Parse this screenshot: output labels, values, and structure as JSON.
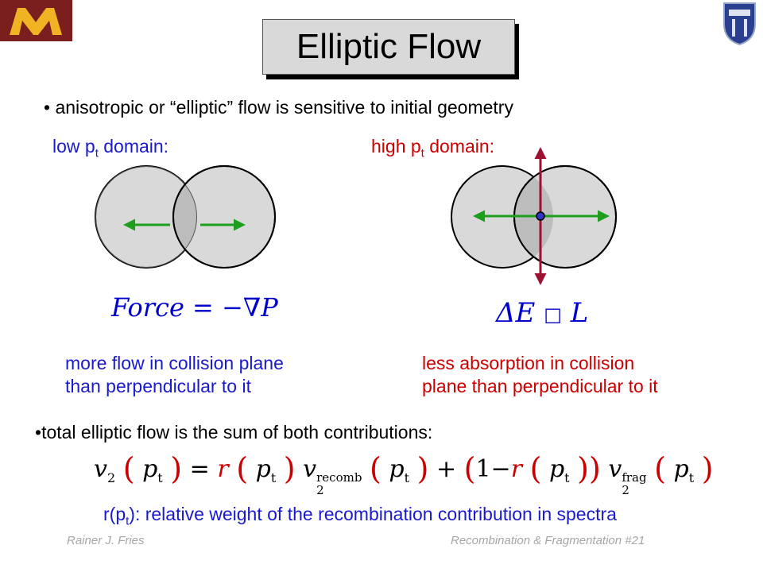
{
  "title": "Elliptic Flow",
  "bullet1": "anisotropic or “elliptic” flow is sensitive to initial geometry",
  "low_domain": {
    "prefix": "low p",
    "sub": "t",
    "suffix": " domain:"
  },
  "high_domain": {
    "prefix": "high p",
    "sub": "t",
    "suffix": " domain:"
  },
  "formula_left": "Force = −∇P",
  "formula_right": {
    "left": "ΔE",
    "box": "□",
    "right": "L"
  },
  "left_desc": [
    "more flow in collision plane",
    "than perpendicular to it"
  ],
  "right_desc": [
    "less absorption in collision",
    "plane than perpendicular to it"
  ],
  "bullet2": "total elliptic flow is the sum of both contributions:",
  "v2_formula": {
    "v2": "v",
    "sub2": "2",
    "pt": "p",
    "t": "t",
    "r": "r",
    "recomb": "recomb",
    "frag": "frag",
    "one": "1"
  },
  "weight_note": {
    "prefix": "r(p",
    "sub": "t",
    "suffix": "):  relative weight of the recombination contribution in spectra"
  },
  "footer": {
    "author": "Rainer J. Fries",
    "slide": "Recombination & Fragmentation  #21"
  },
  "colors": {
    "blue": "#1a1acd",
    "red": "#cc0000",
    "arrow_green": "#1e9e1e",
    "arrow_red": "#9e1030",
    "logo_maroon": "#7b1e1e",
    "logo_gold": "#f0b323"
  }
}
